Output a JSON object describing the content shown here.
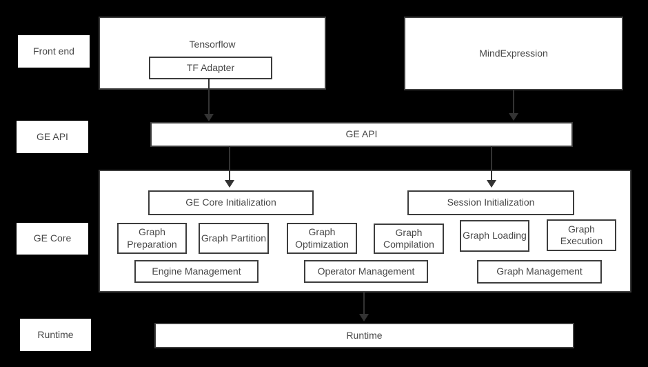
{
  "colors": {
    "background": "#000000",
    "box_fill": "#ffffff",
    "box_border": "#3d3d3d",
    "text": "#474747",
    "arrow": "#333333"
  },
  "row_labels": {
    "front_end": "Front end",
    "ge_api": "GE API",
    "ge_core": "GE Core",
    "runtime": "Runtime"
  },
  "front_end": {
    "tensorflow": "Tensorflow",
    "tf_adapter": "TF Adapter",
    "mind_expression": "MindExpression"
  },
  "ge_api": {
    "label": "GE API"
  },
  "ge_core": {
    "ge_core_initialization": "GE Core Initialization",
    "session_initialization": "Session Initialization",
    "graph_preparation": "Graph Preparation",
    "graph_partition": "Graph Partition",
    "graph_optimization": "Graph Optimization",
    "graph_compilation": "Graph Compilation",
    "graph_loading": "Graph Loading",
    "graph_execution": "Graph Execution",
    "engine_management": "Engine Management",
    "operator_management": "Operator Management",
    "graph_management": "Graph Management"
  },
  "runtime": {
    "label": "Runtime"
  }
}
